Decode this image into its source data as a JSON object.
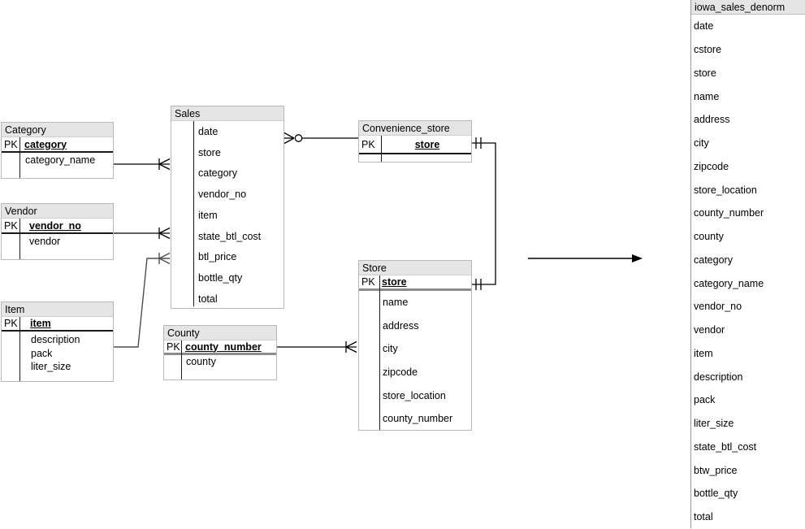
{
  "diagram": {
    "pk_label": "PK",
    "tables": {
      "category": {
        "title": "Category",
        "pk": "category",
        "fields": [
          "category_name"
        ]
      },
      "vendor": {
        "title": "Vendor",
        "pk": "vendor_no",
        "fields": [
          "vendor"
        ]
      },
      "item": {
        "title": "Item",
        "pk": "item",
        "fields": [
          "description",
          "pack",
          "liter_size"
        ]
      },
      "sales": {
        "title": "Sales",
        "fields": [
          "date",
          "store",
          "category",
          "vendor_no",
          "item",
          "state_btl_cost",
          "btl_price",
          "bottle_qty",
          "total"
        ]
      },
      "county": {
        "title": "County",
        "pk": "county_number",
        "fields": [
          "county"
        ]
      },
      "convenience_store": {
        "title": "Convenience_store",
        "pk": "store",
        "fields": []
      },
      "store": {
        "title": "Store",
        "pk": "store",
        "fields": [
          "name",
          "address",
          "city",
          "zipcode",
          "store_location",
          "county_number"
        ]
      },
      "iowa_sales_denorm": {
        "title": "iowa_sales_denorm",
        "fields": [
          "date",
          "cstore",
          "store",
          "name",
          "address",
          "city",
          "zipcode",
          "store_location",
          "county_number",
          "county",
          "category",
          "category_name",
          "vendor_no",
          "vendor",
          "item",
          "description",
          "pack",
          "liter_size",
          "state_btl_cost",
          "btw_price",
          "bottle_qty",
          "total"
        ]
      }
    },
    "relationships": [
      {
        "from": "Category",
        "to": "Sales",
        "type": "one-to-many"
      },
      {
        "from": "Vendor",
        "to": "Sales",
        "type": "one-to-many"
      },
      {
        "from": "Item",
        "to": "Sales",
        "type": "one-to-many"
      },
      {
        "from": "Sales",
        "to": "Convenience_store",
        "type": "zero-or-many"
      },
      {
        "from": "Convenience_store",
        "to": "Store",
        "type": "one-to-one"
      },
      {
        "from": "County",
        "to": "Store",
        "type": "one-to-many"
      },
      {
        "from": "diagram",
        "to": "iowa_sales_denorm",
        "type": "arrow"
      }
    ],
    "colors": {
      "header_bg": "#e5e5e5",
      "table_border": "#b8b8b8",
      "line": "#000000",
      "pk_separator": "#1a1a1a",
      "gray_separator": "#8c8c8c"
    }
  }
}
